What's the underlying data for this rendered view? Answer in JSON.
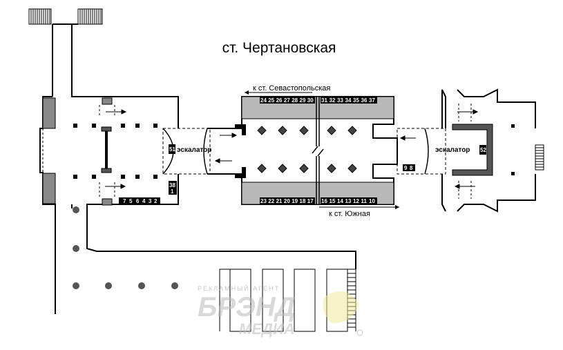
{
  "title": "ст. Чертановская",
  "directions": {
    "north": "к ст. Севастопольская",
    "south": "к ст. Южная"
  },
  "escalator_label": "эскалатор",
  "ad_slots": {
    "top_platform": [
      "24",
      "25",
      "26",
      "27",
      "28",
      "29",
      "30",
      "31",
      "32",
      "33",
      "34",
      "35",
      "36",
      "37"
    ],
    "bottom_platform": [
      "23",
      "22",
      "21",
      "20",
      "19",
      "18",
      "17",
      "16",
      "15",
      "14",
      "13",
      "12",
      "11",
      "10"
    ],
    "left_bottom_row": [
      "7",
      "5",
      "6",
      "4",
      "3",
      "2"
    ],
    "left_side": [
      "38",
      "1"
    ],
    "left_escalator": "51",
    "right_escalator": "52",
    "right_pair": [
      "9",
      "8"
    ]
  },
  "watermark": {
    "line1": "РЕКЛАМНЫЙ АГЕНТ",
    "line2": "БРЭНД",
    "line3": "МЕДИА"
  },
  "colors": {
    "wall": "#000000",
    "platform_fill": "#b8b8b8",
    "slot_fill": "#000000",
    "watermark": "#c8c8c8"
  }
}
